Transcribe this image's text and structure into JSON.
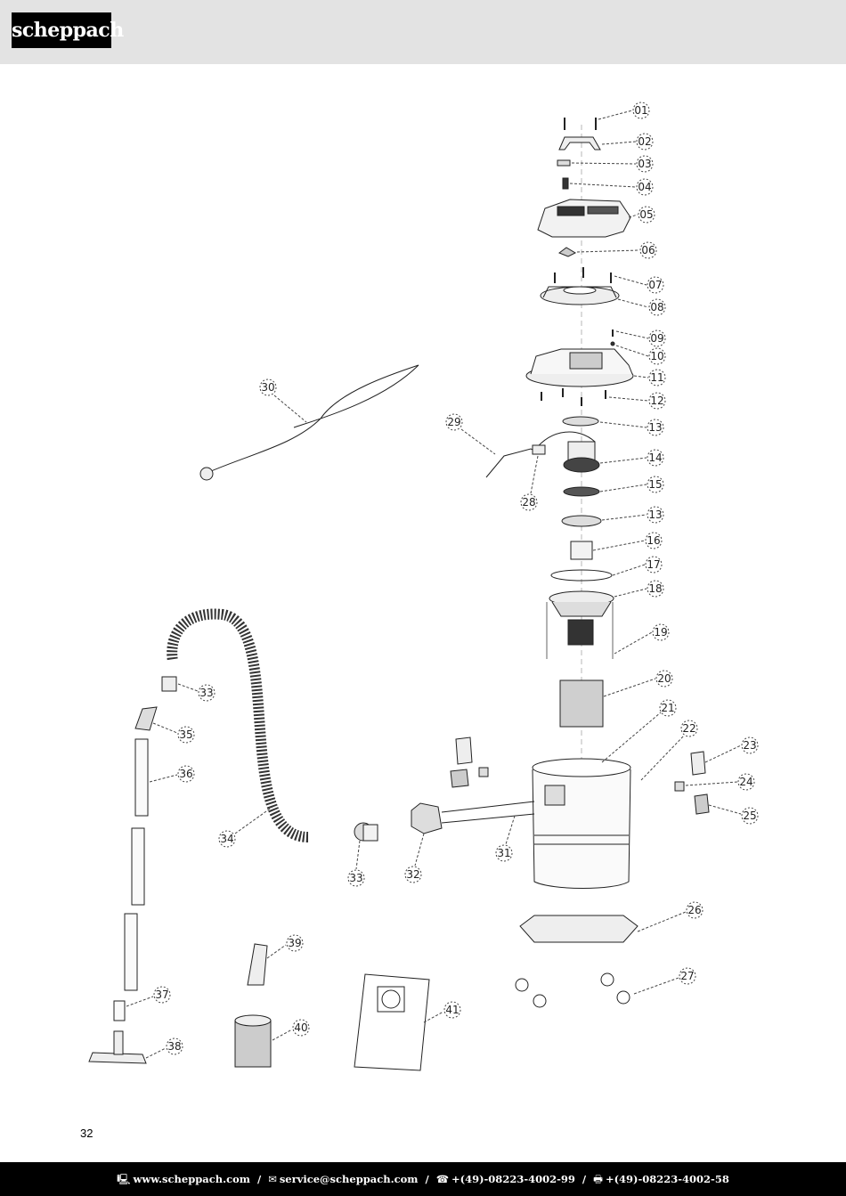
{
  "brand": {
    "logo_text": "scheppach"
  },
  "page_number": "32",
  "footer": {
    "website": "www.scheppach.com",
    "email": "service@scheppach.com",
    "phone": "+(49)-08223-4002-99",
    "fax": "+(49)-08223-4002-58",
    "separator": "/",
    "icons": [
      "computer-icon",
      "mail-icon",
      "phone-icon",
      "fax-icon"
    ]
  },
  "parts": [
    "01",
    "02",
    "03",
    "04",
    "05",
    "06",
    "07",
    "08",
    "09",
    "10",
    "11",
    "12",
    "13",
    "14",
    "15",
    "13",
    "16",
    "17",
    "18",
    "19",
    "20",
    "21",
    "22",
    "23",
    "24",
    "25",
    "26",
    "27",
    "28",
    "29",
    "30",
    "31",
    "32",
    "33",
    "33",
    "34",
    "35",
    "36",
    "37",
    "38",
    "39",
    "40",
    "41"
  ]
}
